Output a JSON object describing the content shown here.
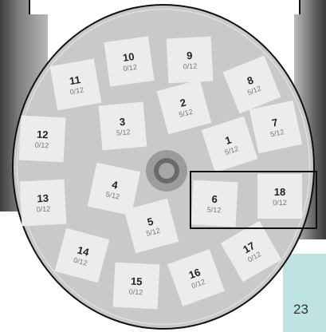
{
  "page": {
    "corner_text": "23"
  },
  "tiles": [
    {
      "num": "1",
      "count": "5/12"
    },
    {
      "num": "2",
      "count": "5/12"
    },
    {
      "num": "3",
      "count": "5/12"
    },
    {
      "num": "4",
      "count": "5/12"
    },
    {
      "num": "5",
      "count": "5/12"
    },
    {
      "num": "6",
      "count": "5/12"
    },
    {
      "num": "7",
      "count": "5/12"
    },
    {
      "num": "8",
      "count": "5/12"
    },
    {
      "num": "9",
      "count": "0/12"
    },
    {
      "num": "10",
      "count": "0/12"
    },
    {
      "num": "11",
      "count": "0/12"
    },
    {
      "num": "12",
      "count": "0/12"
    },
    {
      "num": "13",
      "count": "0/12"
    },
    {
      "num": "14",
      "count": "0/12"
    },
    {
      "num": "15",
      "count": "0/12"
    },
    {
      "num": "16",
      "count": "0/12"
    },
    {
      "num": "17",
      "count": "0/12"
    },
    {
      "num": "18",
      "count": "0/12"
    }
  ],
  "colors": {
    "disc": "#c9c9c9",
    "tile": "#ececec",
    "accent_panel": "#bfe3e3"
  }
}
